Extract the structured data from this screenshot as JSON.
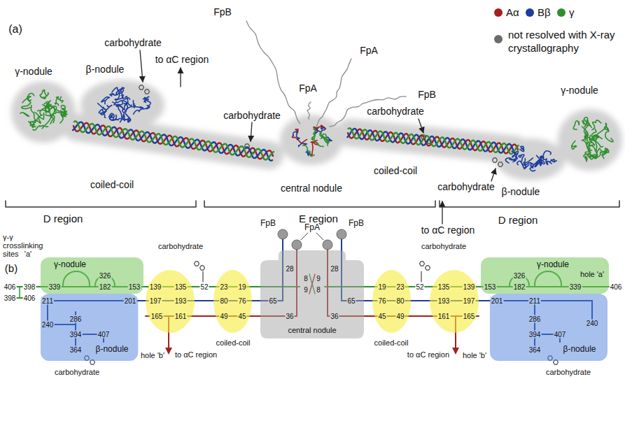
{
  "diagram": {
    "nodes": [
      {
        "text": [
          "γ-nodule",
          "339",
          "326",
          "182",
          "153"
        ]
      },
      {
        "text": [
          "211",
          "201",
          "240",
          "286",
          "394",
          "407",
          "364",
          "β-nodule"
        ]
      },
      {
        "text": [
          "139",
          "135",
          "193",
          "197",
          "165",
          "161"
        ]
      },
      {
        "text": [
          "23",
          "19",
          "80",
          "76",
          "49",
          "45"
        ]
      },
      {
        "text": [
          "28",
          "28",
          "8",
          "9",
          "9",
          "8",
          "65",
          "65",
          "36",
          "36",
          "central nodule"
        ]
      },
      {
        "text": [
          "19",
          "23",
          "76",
          "80",
          "45",
          "49"
        ]
      },
      {
        "text": [
          "135",
          "139",
          "193",
          "197",
          "161",
          "165"
        ]
      },
      {
        "text": [
          "γ-nodule",
          "153",
          "182",
          "326",
          "339",
          "hole 'a'"
        ]
      },
      {
        "text": [
          "201",
          "211",
          "240",
          "286",
          "394",
          "407",
          "364",
          "β-nodule"
        ]
      }
    ],
    "edges": [
      {
        "from": 2,
        "to": 3,
        "arrow": "none"
      },
      {
        "from": 3,
        "to": 4,
        "arrow": "none"
      },
      {
        "from": 4,
        "to": 5,
        "arrow": "none"
      },
      {
        "from": 5,
        "to": 6,
        "arrow": "none"
      }
    ],
    "labels": [
      "(a)",
      "FpB",
      "carbohydrate",
      "FpA",
      "to αC region",
      "γ-nodule",
      "β-nodule",
      "FpA",
      "γ-nodule",
      "FpB",
      "carbohydrate",
      "carbohydrate",
      "coiled-coil",
      "coiled-coil",
      "central nodule",
      "carbohydrate",
      "β-nodule",
      "D region",
      "E region",
      "D region",
      "to αC region",
      "γ-γ crosslinking sites",
      "'a'",
      "FpB",
      "FpA",
      "FpB",
      "(b)",
      "carbohydrate",
      "52",
      "carbohydrate",
      "52",
      "406",
      "398",
      "398",
      "406",
      "406",
      "coiled-coil",
      "coiled-coil",
      "hole 'b'",
      "to αC region",
      "hole 'b'",
      "to αC region",
      "carbohydrate",
      "carbohydrate"
    ],
    "legend": [
      {
        "text": "Aα",
        "color": "#a3201c"
      },
      {
        "text": "Bβ",
        "color": "#1d3c9c"
      },
      {
        "text": "γ",
        "color": "#2f8f2f"
      },
      {
        "text": "not resolved with X-ray crystallography",
        "color": "#6b6b6b"
      }
    ]
  }
}
